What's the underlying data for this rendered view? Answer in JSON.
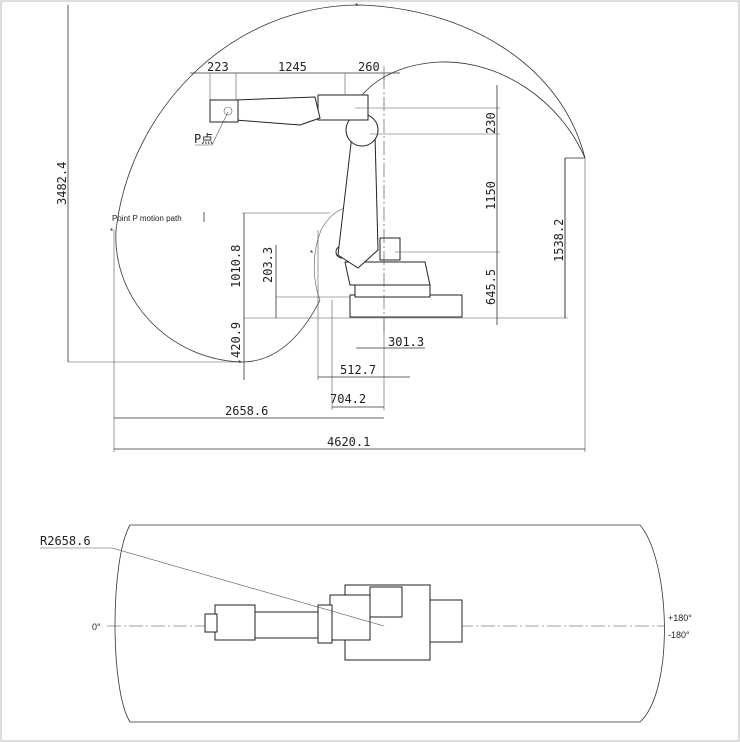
{
  "labels": {
    "p_point": "P点",
    "motion_path": "Point P motion path",
    "radius": "R2658.6",
    "angle_0": "0°",
    "angle_pos180": "+180°",
    "angle_neg180": "-180°"
  },
  "dimensions": {
    "d223": "223",
    "d1245": "1245",
    "d260": "260",
    "d230": "230",
    "d1150": "1150",
    "d645_5": "645.5",
    "d1538_2": "1538.2",
    "d3482_4": "3482.4",
    "d1010_8": "1010.8",
    "d203_3": "203.3",
    "d420_9": "420.9",
    "d301_3": "301.3",
    "d512_7": "512.7",
    "d704_2": "704.2",
    "d2658_6": "2658.6",
    "d4620_1": "4620.1"
  }
}
